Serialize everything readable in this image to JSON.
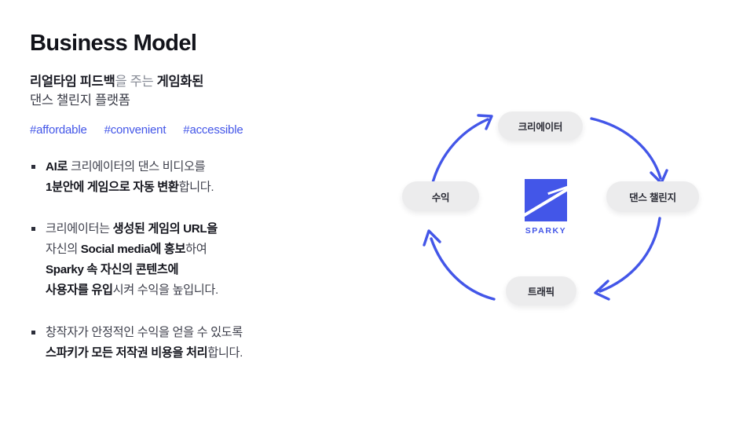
{
  "slide": {
    "title": "Business Model",
    "subtitle": {
      "line1_part1": "리얼타임 피드백",
      "line1_part2": "을 주는 ",
      "line1_part3": "게임화된",
      "line2": "댄스 챌린지 플랫폼"
    },
    "hashtags": [
      "#affordable",
      "#convenient",
      "#accessible"
    ],
    "bullets": [
      {
        "lines": [
          [
            {
              "text": "AI로",
              "bold": true
            },
            {
              "text": " 크리에이터의 댄스 비디오를",
              "bold": false
            }
          ],
          [
            {
              "text": "1분안에 게임으로 자동 변환",
              "bold": true
            },
            {
              "text": "합니다.",
              "bold": false
            }
          ]
        ]
      },
      {
        "lines": [
          [
            {
              "text": "크리에이터는 ",
              "bold": false
            },
            {
              "text": "생성된 게임의 URL을",
              "bold": true
            }
          ],
          [
            {
              "text": "자신의 ",
              "bold": false
            },
            {
              "text": "Social media에 홍보",
              "bold": true
            },
            {
              "text": "하여",
              "bold": false
            }
          ],
          [
            {
              "text": "Sparky 속 자신의 콘텐츠에",
              "bold": true
            }
          ],
          [
            {
              "text": "사용자를 유입",
              "bold": true
            },
            {
              "text": "시켜 수익을 높입니다.",
              "bold": false
            }
          ]
        ]
      },
      {
        "lines": [
          [
            {
              "text": "창작자가 안정적인 수익을 얻을 수 있도록",
              "bold": false
            }
          ],
          [
            {
              "text": "스파키가 모든 저작권 비용을 처리",
              "bold": true
            },
            {
              "text": "합니다.",
              "bold": false
            }
          ]
        ]
      }
    ]
  },
  "diagram": {
    "nodes": {
      "creator": "크리에이터",
      "dance_challenge": "댄스 챌린지",
      "traffic": "트래픽",
      "revenue": "수익"
    },
    "logo": {
      "wordmark": "SPARKY"
    },
    "flow_order": [
      "크리에이터",
      "댄스 챌린지",
      "트래픽",
      "수익"
    ],
    "colors": {
      "accent": "#4356e8",
      "node_bg": "#ececed",
      "text_dark": "#12131a",
      "text_muted": "#868a95"
    }
  }
}
